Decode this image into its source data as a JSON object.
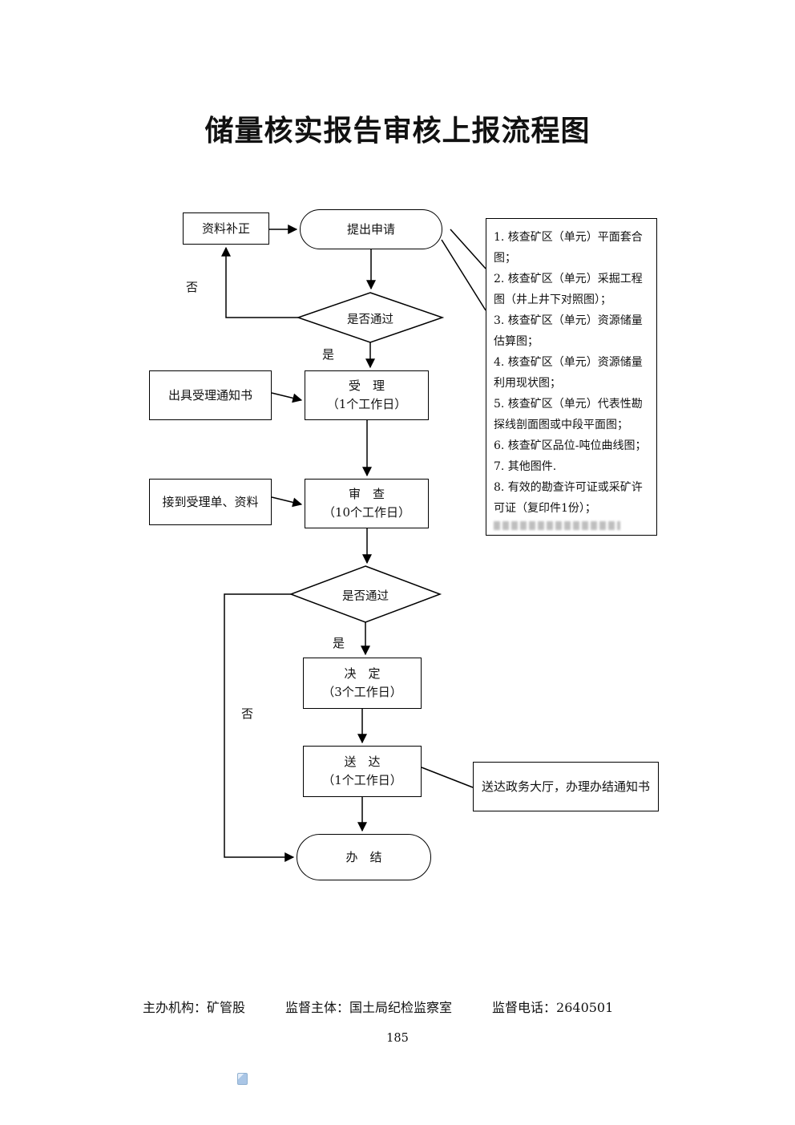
{
  "page": {
    "title": "储量核实报告审核上报流程图",
    "page_number": "185",
    "footer": {
      "organizer": "主办机构：矿管股",
      "supervisor": "监督主体：国土局纪检监察室",
      "phone": "监督电话：2640501"
    }
  },
  "flowchart": {
    "nodes": {
      "material_correction": "资料补正",
      "submit_application": "提出申请",
      "decision1": "是否通过",
      "decision1_yes": "是",
      "decision1_no": "否",
      "accept": "受　理",
      "accept_duration": "（1个工作日）",
      "issue_notice": "出具受理通知书",
      "review": "审　查",
      "review_duration": "（10个工作日）",
      "receive_materials": "接到受理单、资料",
      "decision2": "是否通过",
      "decision2_yes": "是",
      "decision2_no": "否",
      "decide": "决　定",
      "decide_duration": "（3个工作日）",
      "deliver": "送　达",
      "deliver_duration": "（1个工作日）",
      "deliver_note": "送达政务大厅，办理办结通知书",
      "complete": "办　结"
    },
    "attachments_note": {
      "items": [
        "1. 核查矿区（单元）平面套合图；",
        "2. 核查矿区（单元）采掘工程图（井上井下对照图）；",
        "3. 核查矿区（单元）资源储量估算图；",
        "4. 核查矿区（单元）资源储量利用现状图；",
        "5. 核查矿区（单元）代表性勘探线剖面图或中段平面图；",
        "6. 核查矿区品位-吨位曲线图；",
        "7. 其他图件.",
        "8. 有效的勘查许可证或采矿许可证（复印件1份）；"
      ]
    }
  }
}
